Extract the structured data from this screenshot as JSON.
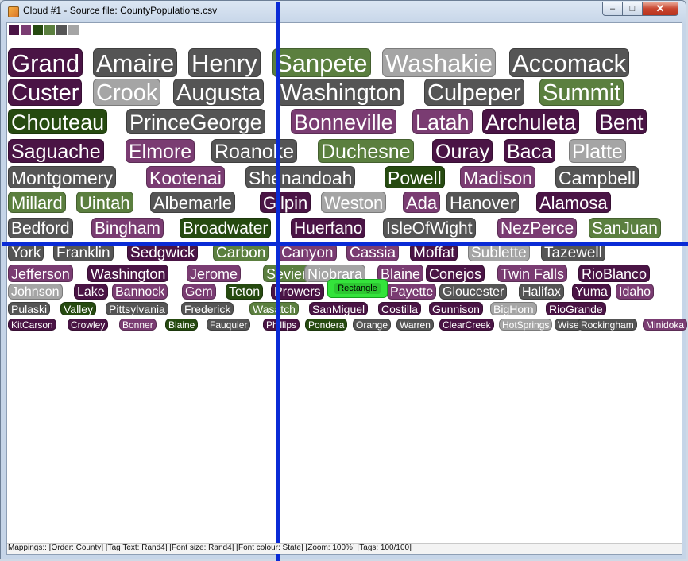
{
  "window": {
    "title": "Cloud #1 - Source file: CountyPopulations.csv",
    "min_symbol": "–",
    "max_symbol": "□",
    "close_symbol": "✕"
  },
  "palette": {
    "dark_purple": "#4a1445",
    "med_purple": "#7a3c72",
    "dark_green": "#264a10",
    "med_green": "#5b7f3f",
    "dark_gray": "#555555",
    "light_gray": "#a5a5a5"
  },
  "swatches": [
    "#4a1445",
    "#7a3c72",
    "#264a10",
    "#5b7f3f",
    "#555555",
    "#a5a5a5"
  ],
  "tags": [
    {
      "label": "Grand",
      "color": "#4a1445"
    },
    {
      "label": "Amaire",
      "color": "#555555"
    },
    {
      "label": "Henry",
      "color": "#555555"
    },
    {
      "label": "Sanpete",
      "color": "#5b7f3f"
    },
    {
      "label": "Washakie",
      "color": "#a5a5a5"
    },
    {
      "label": "Accomack",
      "color": "#555555"
    },
    {
      "label": "Custer",
      "color": "#4a1445"
    },
    {
      "label": "Crook",
      "color": "#a5a5a5"
    },
    {
      "label": "Augusta",
      "color": "#555555"
    },
    {
      "label": "Washington",
      "color": "#555555"
    },
    {
      "label": "Culpeper",
      "color": "#555555"
    },
    {
      "label": "Summit",
      "color": "#5b7f3f"
    },
    {
      "label": "Chouteau",
      "color": "#264a10"
    },
    {
      "label": "PrinceGeorge",
      "color": "#555555"
    },
    {
      "label": "Bonneville",
      "color": "#7a3c72"
    },
    {
      "label": "Latah",
      "color": "#7a3c72"
    },
    {
      "label": "Archuleta",
      "color": "#4a1445"
    },
    {
      "label": "Bent",
      "color": "#4a1445"
    },
    {
      "label": "Saguache",
      "color": "#4a1445"
    },
    {
      "label": "Elmore",
      "color": "#7a3c72"
    },
    {
      "label": "Roanoke",
      "color": "#555555"
    },
    {
      "label": "Duchesne",
      "color": "#5b7f3f"
    },
    {
      "label": "Ouray",
      "color": "#4a1445"
    },
    {
      "label": "Baca",
      "color": "#4a1445"
    },
    {
      "label": "Platte",
      "color": "#a5a5a5"
    },
    {
      "label": "Montgomery",
      "color": "#555555"
    },
    {
      "label": "Kootenai",
      "color": "#7a3c72"
    },
    {
      "label": "Shenandoah",
      "color": "#555555"
    },
    {
      "label": "Powell",
      "color": "#264a10"
    },
    {
      "label": "Madison",
      "color": "#7a3c72"
    },
    {
      "label": "Campbell",
      "color": "#555555"
    },
    {
      "label": "Millard",
      "color": "#5b7f3f"
    },
    {
      "label": "Uintah",
      "color": "#5b7f3f"
    },
    {
      "label": "Albemarle",
      "color": "#555555"
    },
    {
      "label": "Gilpin",
      "color": "#4a1445"
    },
    {
      "label": "Weston",
      "color": "#a5a5a5"
    },
    {
      "label": "Ada",
      "color": "#7a3c72"
    },
    {
      "label": "Hanover",
      "color": "#555555"
    },
    {
      "label": "Alamosa",
      "color": "#4a1445"
    },
    {
      "label": "Bedford",
      "color": "#555555"
    },
    {
      "label": "Bingham",
      "color": "#7a3c72"
    },
    {
      "label": "Broadwater",
      "color": "#264a10"
    },
    {
      "label": "Huerfano",
      "color": "#4a1445"
    },
    {
      "label": "IsleOfWight",
      "color": "#555555"
    },
    {
      "label": "NezPerce",
      "color": "#7a3c72"
    },
    {
      "label": "SanJuan",
      "color": "#5b7f3f"
    },
    {
      "label": "York",
      "color": "#555555"
    },
    {
      "label": "Franklin",
      "color": "#555555"
    },
    {
      "label": "Sedgwick",
      "color": "#4a1445"
    },
    {
      "label": "Carbon",
      "color": "#5b7f3f"
    },
    {
      "label": "Canyon",
      "color": "#7a3c72"
    },
    {
      "label": "Cassia",
      "color": "#7a3c72"
    },
    {
      "label": "Moffat",
      "color": "#4a1445"
    },
    {
      "label": "Sublette",
      "color": "#a5a5a5"
    },
    {
      "label": "Tazewell",
      "color": "#555555"
    },
    {
      "label": "Jefferson",
      "color": "#7a3c72"
    },
    {
      "label": "Washington",
      "color": "#4a1445"
    },
    {
      "label": "Jerome",
      "color": "#7a3c72"
    },
    {
      "label": "Sevier",
      "color": "#5b7f3f"
    },
    {
      "label": "Niobrara",
      "color": "#a5a5a5"
    },
    {
      "label": "Blaine",
      "color": "#7a3c72"
    },
    {
      "label": "Conejos",
      "color": "#4a1445"
    },
    {
      "label": "Twin Falls",
      "color": "#7a3c72"
    },
    {
      "label": "RioBlanco",
      "color": "#4a1445"
    },
    {
      "label": "Johnson",
      "color": "#a5a5a5"
    },
    {
      "label": "Lake",
      "color": "#4a1445"
    },
    {
      "label": "Bannock",
      "color": "#7a3c72"
    },
    {
      "label": "Gem",
      "color": "#7a3c72"
    },
    {
      "label": "Teton",
      "color": "#264a10"
    },
    {
      "label": "Prowers",
      "color": "#4a1445"
    },
    {
      "label": "Payette",
      "color": "#7a3c72"
    },
    {
      "label": "Gloucester",
      "color": "#555555"
    },
    {
      "label": "Halifax",
      "color": "#555555"
    },
    {
      "label": "Yuma",
      "color": "#4a1445"
    },
    {
      "label": "Idaho",
      "color": "#7a3c72"
    },
    {
      "label": "Pulaski",
      "color": "#555555"
    },
    {
      "label": "Valley",
      "color": "#264a10"
    },
    {
      "label": "Pittsylvania",
      "color": "#555555"
    },
    {
      "label": "Frederick",
      "color": "#555555"
    },
    {
      "label": "Wasatch",
      "color": "#5b7f3f"
    },
    {
      "label": "SanMiguel",
      "color": "#4a1445"
    },
    {
      "label": "Costilla",
      "color": "#4a1445"
    },
    {
      "label": "Gunnison",
      "color": "#4a1445"
    },
    {
      "label": "BigHorn",
      "color": "#a5a5a5"
    },
    {
      "label": "RioGrande",
      "color": "#4a1445"
    },
    {
      "label": "KitCarson",
      "color": "#4a1445"
    },
    {
      "label": "Crowley",
      "color": "#4a1445"
    },
    {
      "label": "Bonner",
      "color": "#7a3c72"
    },
    {
      "label": "Blaine",
      "color": "#264a10"
    },
    {
      "label": "Fauquier",
      "color": "#555555"
    },
    {
      "label": "Phillips",
      "color": "#4a1445"
    },
    {
      "label": "Pondera",
      "color": "#264a10"
    },
    {
      "label": "Orange",
      "color": "#555555"
    },
    {
      "label": "Warren",
      "color": "#555555"
    },
    {
      "label": "ClearCreek",
      "color": "#4a1445"
    },
    {
      "label": "HotSprings",
      "color": "#a5a5a5"
    },
    {
      "label": "Wise",
      "color": "#555555"
    },
    {
      "label": "Rockingham",
      "color": "#555555"
    },
    {
      "label": "Minidoka",
      "color": "#7a3c72"
    }
  ],
  "rectangle_tool": {
    "label": "Rectangle"
  },
  "status": "Mappings:: [Order: County]  [Tag Text: Rand4]  [Font size: Rand4]  [Font colour: State]  [Zoom: 100%]  [Tags: 100/100]"
}
